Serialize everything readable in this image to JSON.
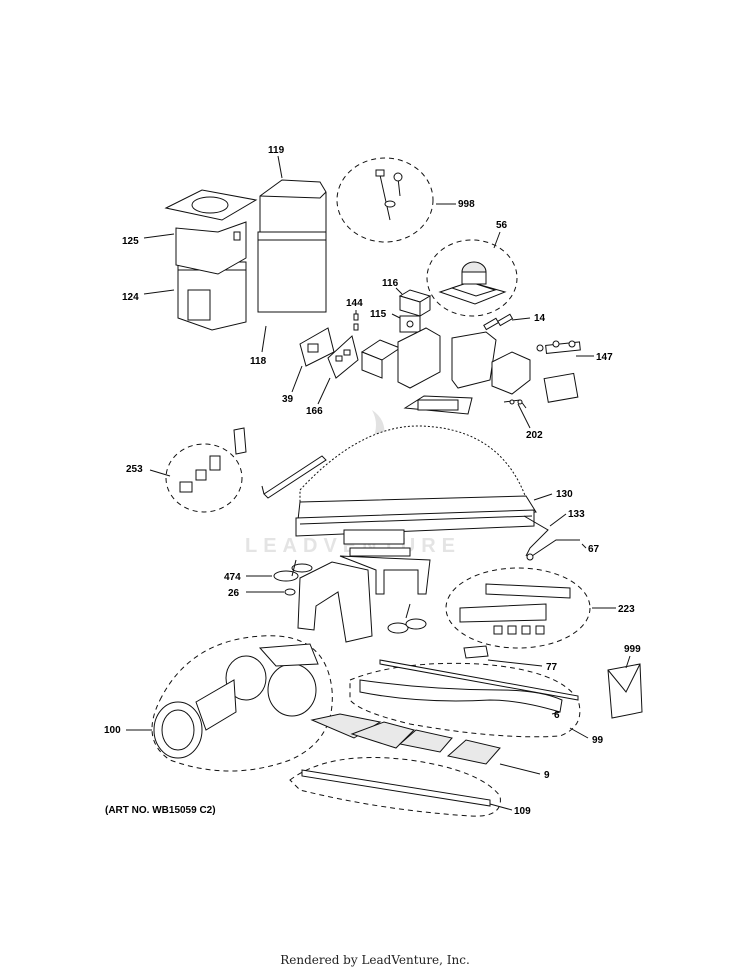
{
  "callouts": {
    "c119": "119",
    "c998": "998",
    "c125": "125",
    "c124": "124",
    "c56": "56",
    "c116": "116",
    "c144": "144",
    "c115": "115",
    "c14": "14",
    "c118": "118",
    "c147": "147",
    "c39": "39",
    "c166": "166",
    "c202": "202",
    "c253": "253",
    "c130": "130",
    "c133": "133",
    "c67": "67",
    "c474": "474",
    "c26": "26",
    "c223": "223",
    "c999": "999",
    "c77": "77",
    "c6": "6",
    "c100": "100",
    "c99": "99",
    "c9": "9",
    "c109": "109"
  },
  "art_number": "(ART NO. WB15059 C2)",
  "watermark": "LEADVENTURE",
  "footer": "Rendered by LeadVenture, Inc."
}
